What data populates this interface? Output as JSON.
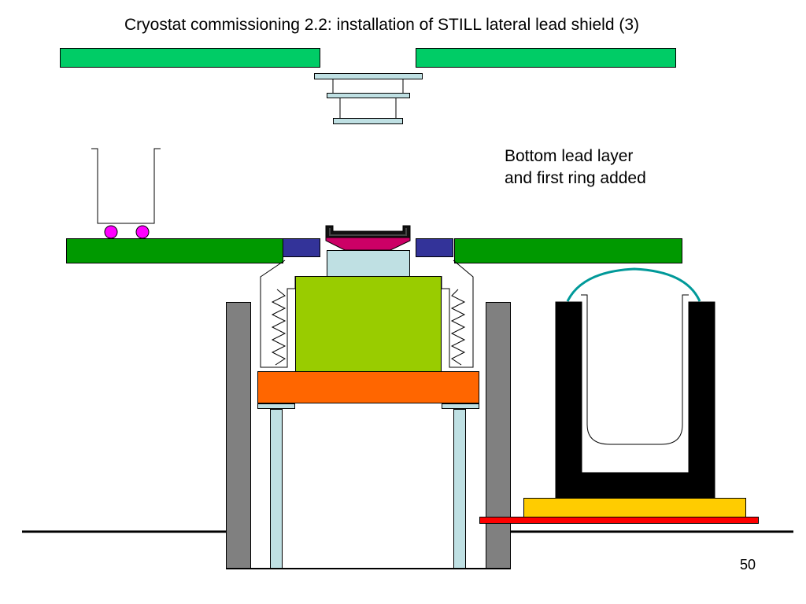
{
  "slide": {
    "title": "Cryostat commissioning 2.2: installation of STILL lateral lead shield (3)",
    "annotation_lines": [
      "Bottom lead layer",
      "and first ring added"
    ],
    "page_number": "50"
  },
  "colors": {
    "green_plate_top": "#00cc66",
    "green_plate_mid": "#009900",
    "navy_block": "#333399",
    "magenta": "#cc0066",
    "light_blue": "#bfe0e3",
    "lime": "#99cc00",
    "orange": "#ff6600",
    "gray_wall": "#808080",
    "black_shield": "#000000",
    "yellow_base": "#ffcc00",
    "red_plate": "#ff0000",
    "teal_handle": "#009999",
    "wheel_magenta": "#ff00ff"
  }
}
